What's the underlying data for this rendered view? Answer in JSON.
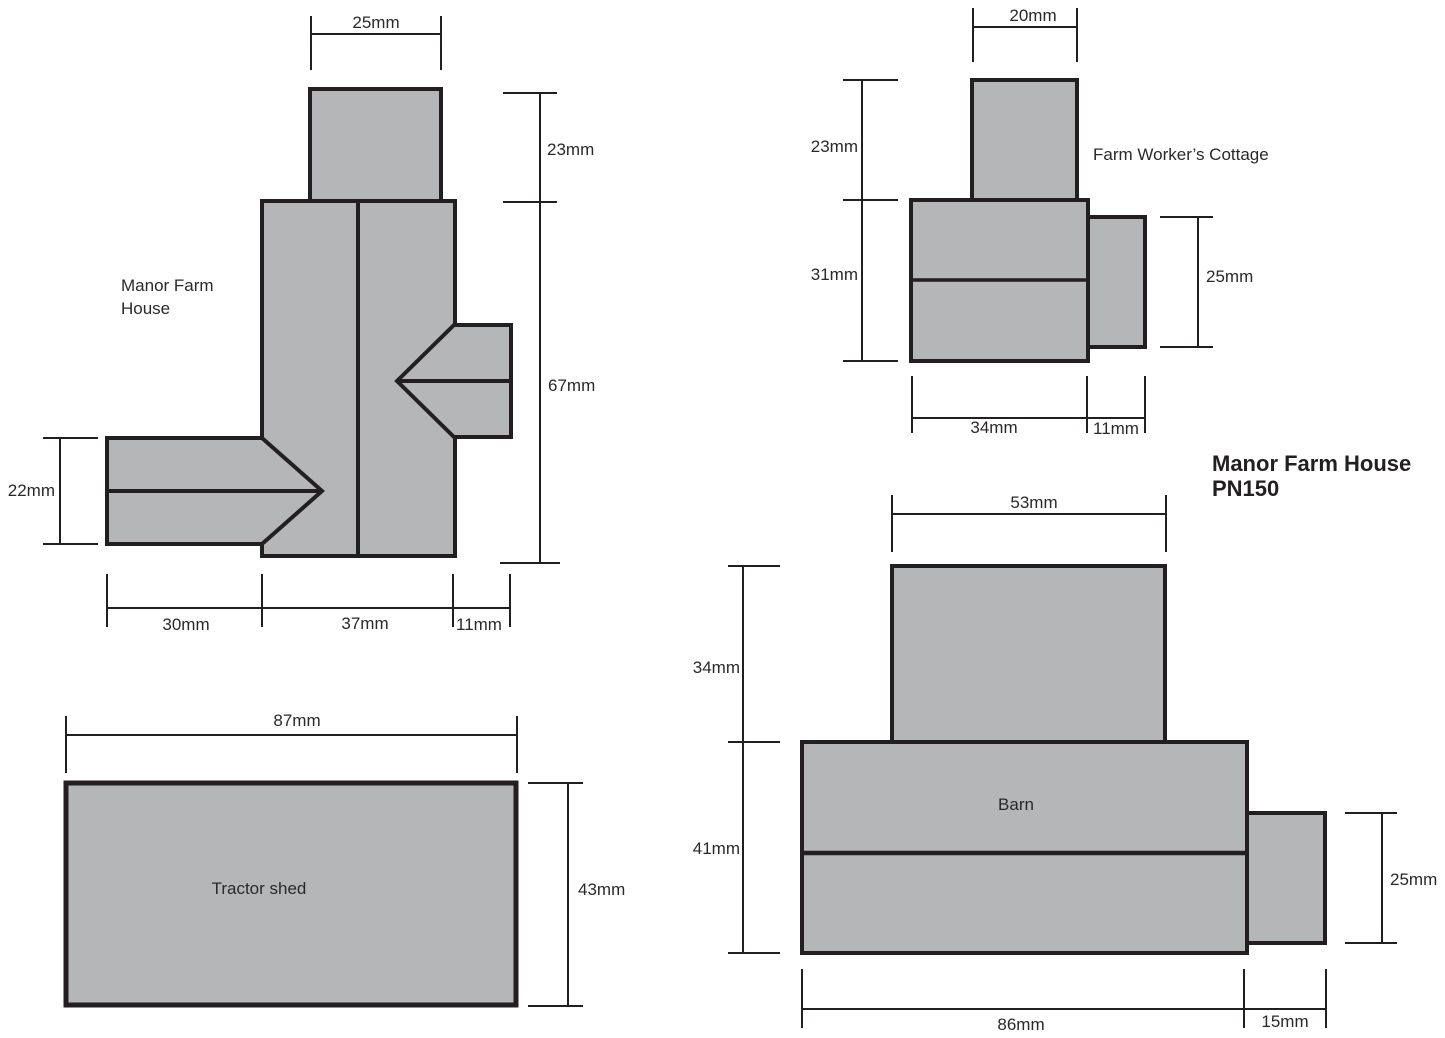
{
  "title": {
    "line1": "Manor Farm House",
    "line2": "PN150"
  },
  "manor": {
    "name_line1": "Manor Farm",
    "name_line2": "House",
    "dim_top_width": "25mm",
    "dim_upper_height": "23mm",
    "dim_total_height": "67mm",
    "dim_left_wing_height": "22mm",
    "dim_bottom_left": "30mm",
    "dim_bottom_middle": "37mm",
    "dim_bottom_right": "11mm"
  },
  "cottage": {
    "name": "Farm Worker’s Cottage",
    "dim_top_width": "20mm",
    "dim_upper_height": "23mm",
    "dim_lower_height": "31mm",
    "dim_annex_height": "25mm",
    "dim_bottom_left": "34mm",
    "dim_bottom_right": "11mm"
  },
  "shed": {
    "name": "Tractor shed",
    "dim_width": "87mm",
    "dim_height": "43mm"
  },
  "barn": {
    "name": "Barn",
    "dim_top_width": "53mm",
    "dim_upper_height": "34mm",
    "dim_lower_height": "41mm",
    "dim_annex_height": "25mm",
    "dim_bottom_left": "86mm",
    "dim_bottom_right": "15mm"
  },
  "colors": {
    "shape_fill": "#b5b6b8",
    "line": "#231f20",
    "text": "#2b2829",
    "background": "#ffffff"
  }
}
